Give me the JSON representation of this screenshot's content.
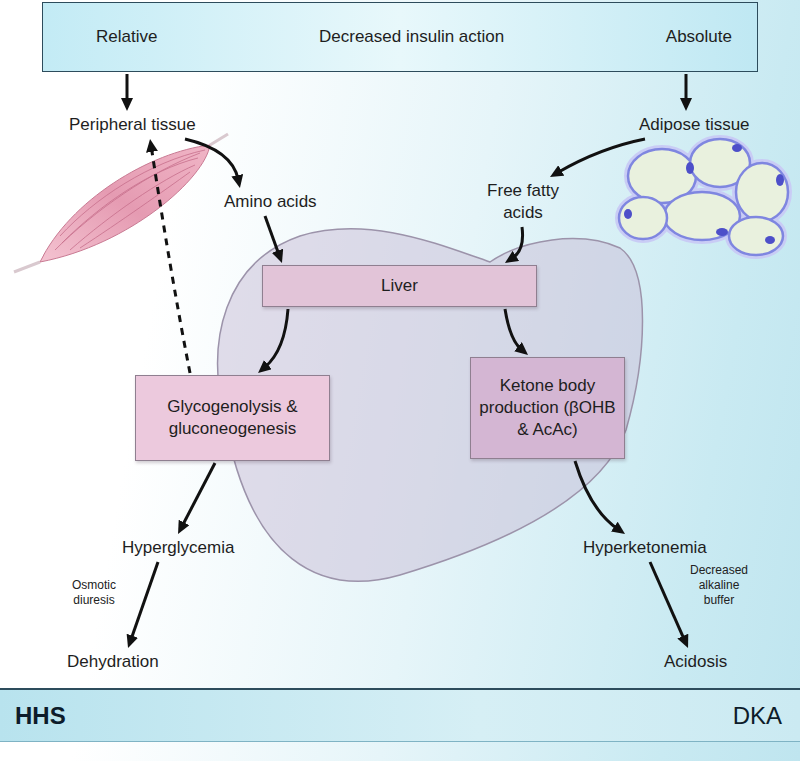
{
  "diagram": {
    "nodes": [
      {
        "text": [
          "Relative",
          "Decreased insulin action",
          "Absolute"
        ]
      },
      {
        "text": [
          "Peripheral tissue"
        ]
      },
      {
        "text": [
          "Adipose tissue"
        ]
      },
      {
        "text": [
          "Amino acids"
        ]
      },
      {
        "text": [
          "Free fatty acids"
        ]
      },
      {
        "text": [
          "Liver"
        ]
      },
      {
        "text": [
          "Glycogenolysis & gluconeogenesis"
        ]
      },
      {
        "text": [
          "Ketone body production (βOHB & AcAc)"
        ]
      },
      {
        "text": [
          "Hyperglycemia"
        ]
      },
      {
        "text": [
          "Hyperketonemia"
        ]
      },
      {
        "text": [
          "Dehydration"
        ]
      },
      {
        "text": [
          "Acidosis"
        ]
      },
      {
        "text": [
          "HHS",
          "DKA"
        ]
      }
    ],
    "edges": [
      {
        "from": 0,
        "to": 1,
        "arrow": "to"
      },
      {
        "from": 0,
        "to": 2,
        "arrow": "to"
      },
      {
        "from": 1,
        "to": 3,
        "arrow": "to"
      },
      {
        "from": 2,
        "to": 4,
        "arrow": "to"
      },
      {
        "from": 3,
        "to": 5,
        "arrow": "to"
      },
      {
        "from": 4,
        "to": 5,
        "arrow": "to"
      },
      {
        "from": 5,
        "to": 6,
        "arrow": "to"
      },
      {
        "from": 5,
        "to": 7,
        "arrow": "to"
      },
      {
        "from": 6,
        "to": 1,
        "arrow": "to"
      },
      {
        "from": 6,
        "to": 8,
        "arrow": "to"
      },
      {
        "from": 7,
        "to": 9,
        "arrow": "to"
      },
      {
        "from": 8,
        "to": 10,
        "label": "Osmotic diuresis",
        "arrow": "to"
      },
      {
        "from": 9,
        "to": 11,
        "label": "Decreased alkaline buffer",
        "arrow": "to"
      }
    ]
  }
}
